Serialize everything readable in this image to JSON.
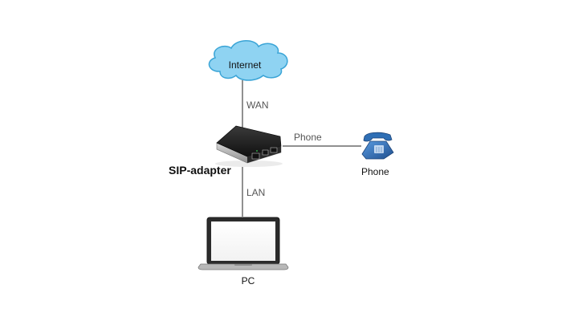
{
  "diagram": {
    "nodes": {
      "internet": {
        "label": "Internet",
        "icon": "cloud-icon"
      },
      "adapter": {
        "label": "SIP-adapter",
        "icon": "sip-adapter-icon"
      },
      "phone": {
        "label": "Phone",
        "icon": "telephone-icon"
      },
      "pc": {
        "label": "PC",
        "icon": "laptop-icon"
      }
    },
    "edges": {
      "wan": {
        "label": "WAN",
        "from": "SIP-adapter",
        "to": "Internet"
      },
      "phone": {
        "label": "Phone",
        "from": "SIP-adapter",
        "to": "Phone"
      },
      "lan": {
        "label": "LAN",
        "from": "SIP-adapter",
        "to": "PC"
      }
    },
    "colors": {
      "cloud_fill": "#8fd3f2",
      "cloud_stroke": "#3aa4d6",
      "phone_blue": "#2f6fb5",
      "line": "#222222",
      "label_gray": "#555555"
    }
  }
}
